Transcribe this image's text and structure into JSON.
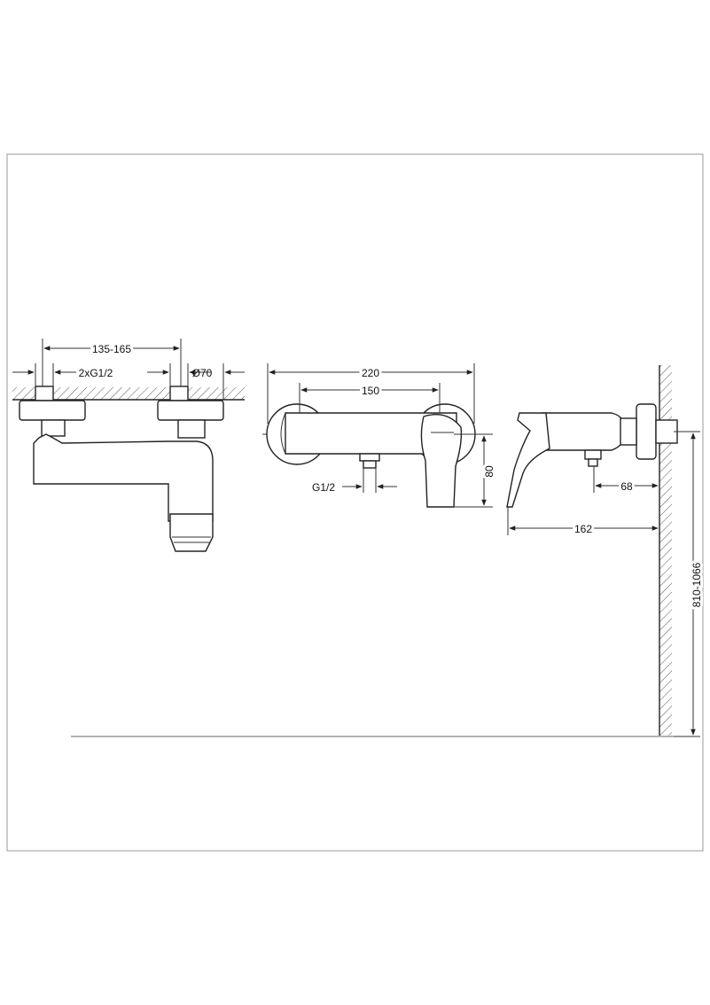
{
  "dimensions": {
    "spacing": "135-165",
    "connection": "2xG1/2",
    "diameter": "Ø70",
    "width_total": "220",
    "width_inner": "150",
    "outlet_thread": "G1/2",
    "height_80": "80",
    "depth_68": "68",
    "depth_162": "162",
    "mount_height": "810-1066"
  }
}
